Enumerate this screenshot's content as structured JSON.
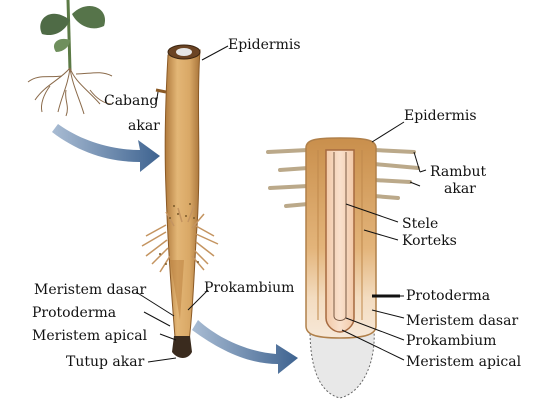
{
  "labels": {
    "epidermis_top": "Epidermis",
    "cabang_line1": "Cabang",
    "cabang_line2": "akar",
    "epidermis_right": "Epidermis",
    "rambut_line1": "Rambut",
    "rambut_line2": "akar",
    "stele": "Stele",
    "korteks": "Korteks",
    "meristem_dasar_left": "Meristem dasar",
    "protoderma_left": "Protoderma",
    "meristem_apical_left": "Meristem apical",
    "tutup_akar": "Tutup akar",
    "prokambium_left": "Prokambium",
    "protoderma_right": "Protoderma",
    "meristem_dasar_right": "Meristem dasar",
    "prokambium_right": "Prokambium",
    "meristem_apical_right": "Meristem apical"
  },
  "colors": {
    "root_tan": "#d9a866",
    "root_dark": "#9c6a30",
    "arrow_blue": "#4b6f99",
    "leaf_green": "#4f6b46",
    "cap_gray": "#e4e4e4"
  }
}
